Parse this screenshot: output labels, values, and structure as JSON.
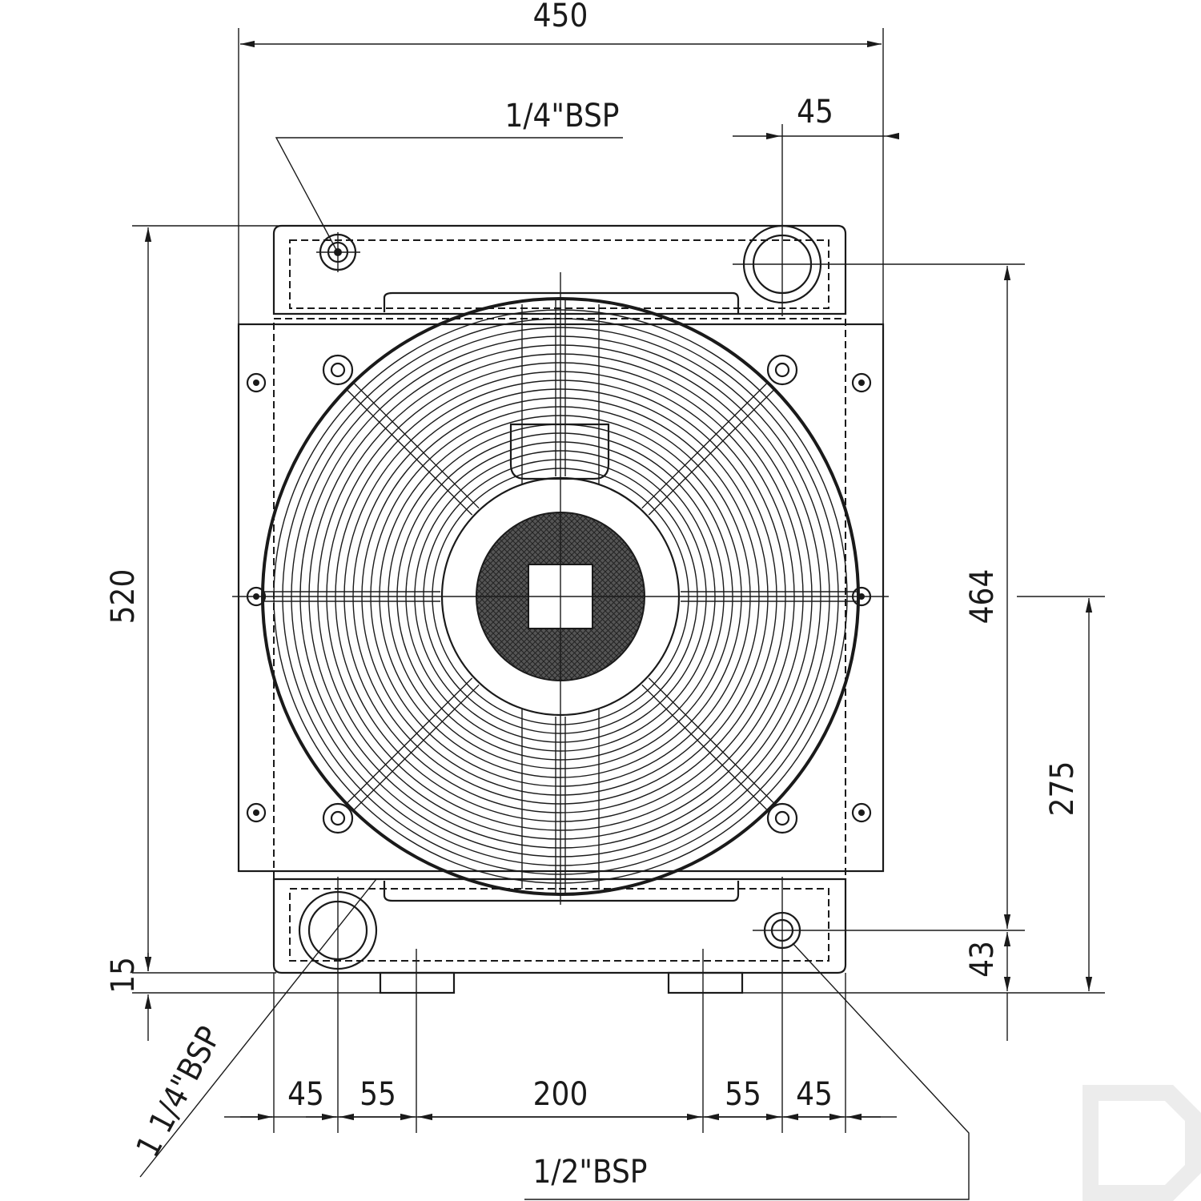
{
  "dimensions": {
    "overall_width": "450",
    "top_offset": "45",
    "overall_height": "520",
    "bottom_offset": "15",
    "port_spacing": "464",
    "center_height": "275",
    "bottom_port_height": "43",
    "bottom": [
      "45",
      "55",
      "200",
      "55",
      "45"
    ]
  },
  "ports": {
    "top_left": "1/4\"BSP",
    "bottom_left": "1 1/4\"BSP",
    "bottom_right": "1/2\"BSP"
  },
  "colors": {
    "line": "#1a1a1a",
    "logo": "#ececec"
  }
}
